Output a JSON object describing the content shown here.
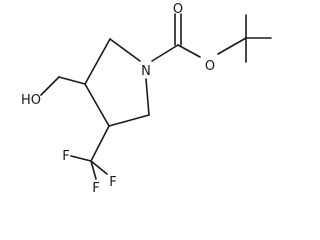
{
  "molecule": {
    "atoms": {
      "carbonyl_oxygen": "O",
      "ester_oxygen": "O",
      "ring_nitrogen": "N",
      "hydroxyl": "HO",
      "fluorine_left": "F",
      "fluorine_center": "F",
      "fluorine_right": "F"
    }
  },
  "colors": {
    "bond": "#1a1a1a",
    "label": "#1a1a1a",
    "background": "#ffffff"
  }
}
